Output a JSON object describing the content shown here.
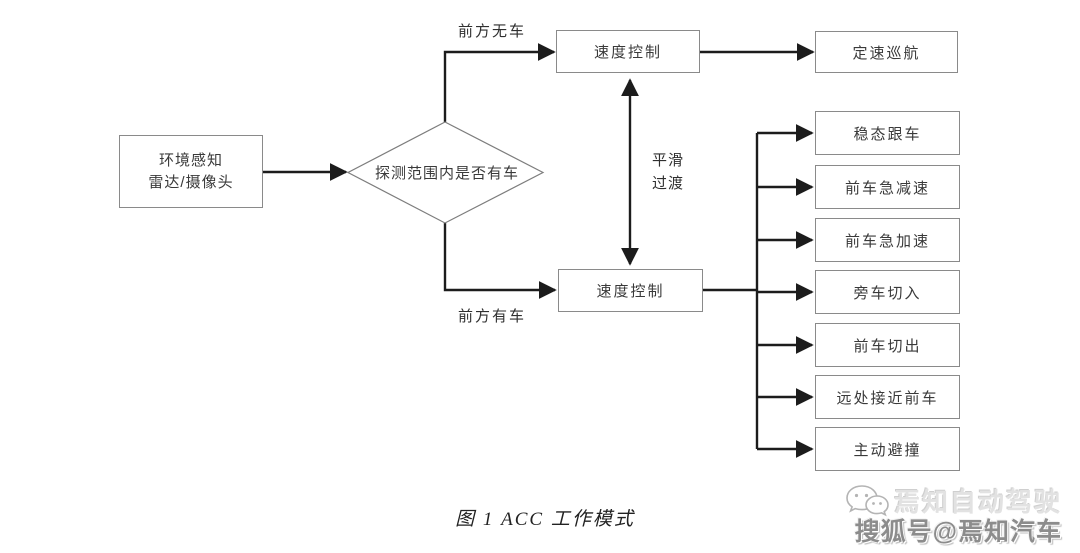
{
  "figure": {
    "caption": "图 1  ACC 工作模式"
  },
  "nodes": {
    "perception": {
      "line1": "环境感知",
      "line2": "雷达/摄像头"
    },
    "decision": {
      "label": "探测范围内是否有车"
    },
    "speed_control_top": {
      "label": "速度控制"
    },
    "speed_control_bottom": {
      "label": "速度控制"
    },
    "cruise": {
      "label": "定速巡航"
    }
  },
  "edges": {
    "no_car_label": "前方无车",
    "has_car_label": "前方有车",
    "transition": {
      "line1": "平滑",
      "line2": "过渡"
    }
  },
  "modes": [
    {
      "label": "稳态跟车"
    },
    {
      "label": "前车急减速"
    },
    {
      "label": "前车急加速"
    },
    {
      "label": "旁车切入"
    },
    {
      "label": "前车切出"
    },
    {
      "label": "远处接近前车"
    },
    {
      "label": "主动避撞"
    }
  ],
  "watermark": {
    "icon": "wechat-icon",
    "line1": "焉知自动驾驶",
    "line2": "搜狐号@焉知汽车"
  },
  "colors": {
    "line": "#1c1c1c",
    "box_border": "#8a8a8a",
    "text": "#3a3a3a",
    "background": "#ffffff",
    "watermark_light": "#e2e2e2",
    "watermark_dark": "#8c8c8c"
  }
}
